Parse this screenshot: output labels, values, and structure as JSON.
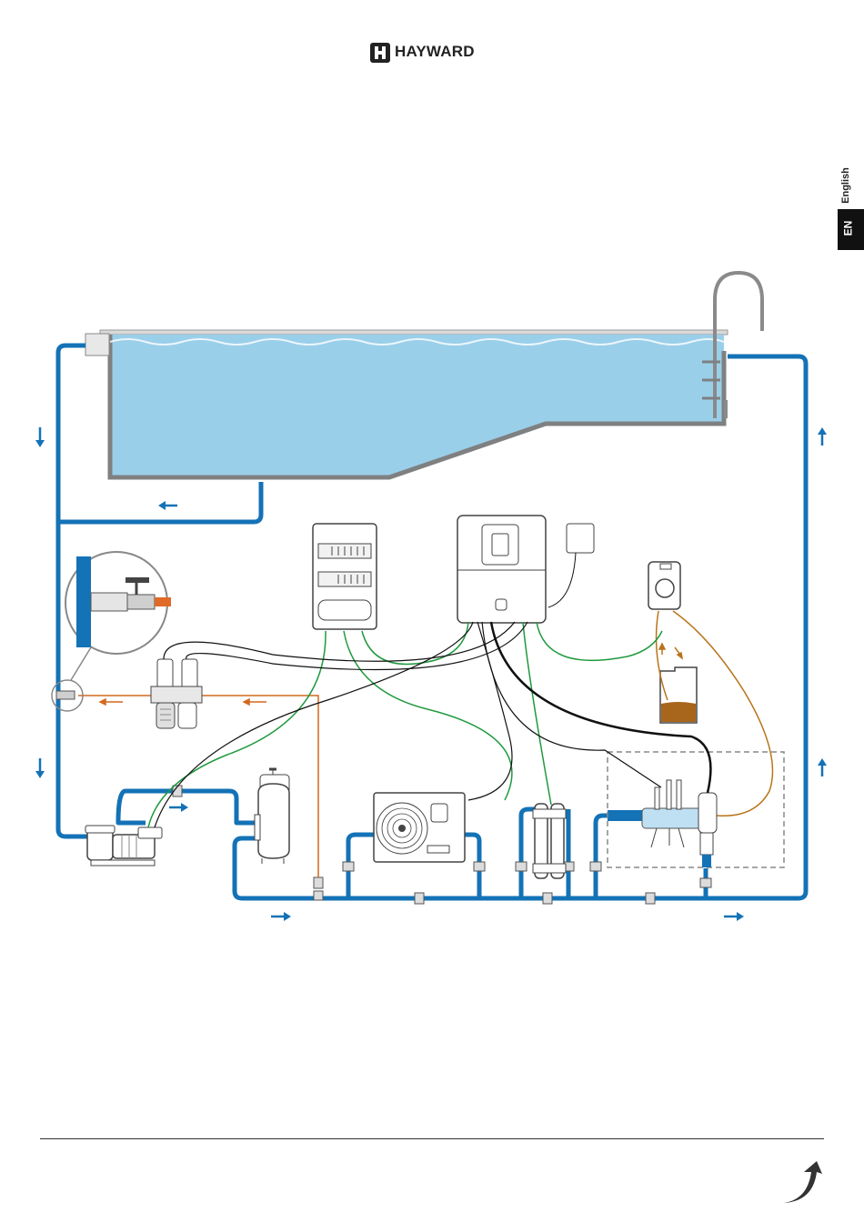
{
  "header": {
    "brand": "HAYWARD"
  },
  "language": {
    "label": "English",
    "code": "EN"
  },
  "colors": {
    "pipe": "#1472b6",
    "water": "#9acfea",
    "pool_wall": "#7f8081",
    "green_cable": "#1f9a3e",
    "black_cable": "#111111",
    "brown_hose": "#b8741a",
    "orange_line": "#d2691e",
    "dashed_box": "#888888"
  },
  "icons": {
    "flow_arrow": "flow-arrow-icon",
    "valve": "valve-icon",
    "next_page": "curved-arrow-icon"
  }
}
